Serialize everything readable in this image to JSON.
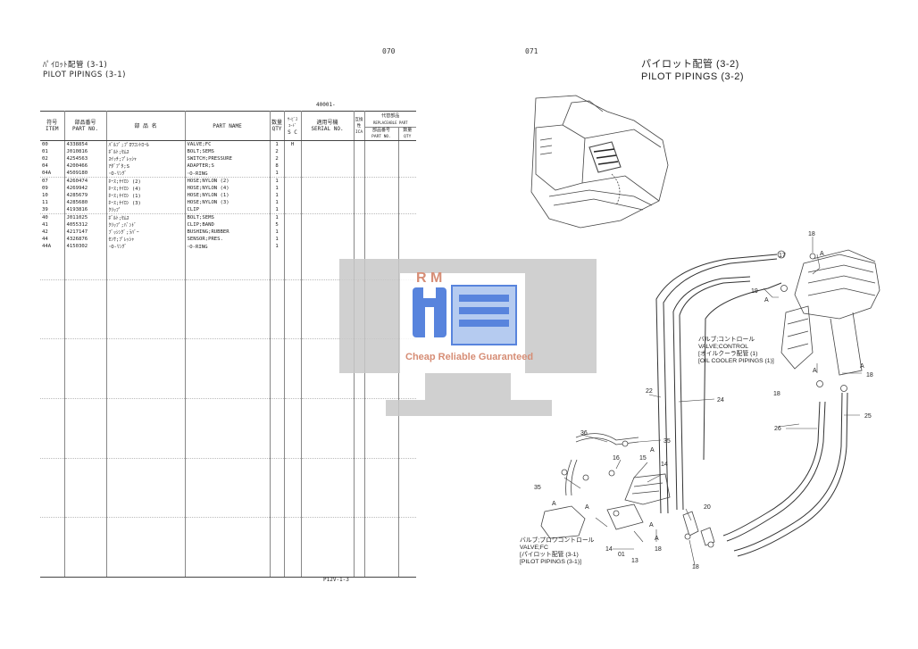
{
  "pages": {
    "left": "070",
    "right": "071"
  },
  "left_title": {
    "jp": "ﾊﾟｲﾛｯﾄ配管 (3-1)",
    "en": "PILOT PIPINGS (3-1)"
  },
  "right_title": {
    "jp": "パイロット配管 (3-2)",
    "en": "PILOT PIPINGS (3-2)"
  },
  "serial_range": "40001-",
  "table": {
    "headers": {
      "item_jp": "符号",
      "item_en": "ITEM",
      "partno_jp": "部品番号",
      "partno_en": "PART NO.",
      "name_jp": "部 品 名",
      "name_en": "PART NAME",
      "qty_jp": "数量",
      "qty_en": "QTY",
      "svc_jp": "ｻｰﾋﾞｽ ｺｰﾄﾞ",
      "svc_en": "S C",
      "serial_jp": "適用号機",
      "serial_en": "SERIAL NO.",
      "ica_jp": "互換性",
      "ica_en": "ICA",
      "rep_jp": "代替部品",
      "rep_en": "REPLACEABLE PART",
      "rep_partno_jp": "部品番号",
      "rep_partno_en": "PART NO.",
      "rep_qty_jp": "数量",
      "rep_qty_en": "QTY"
    },
    "rows": [
      {
        "item": "00",
        "partno": "4338854",
        "name_jp": "ﾊﾞﾙﾌﾞ;ﾌﾟﾛﾜｺﾝﾄﾛｰﾙ",
        "name_en": "VALVE;FC",
        "qty": "1",
        "sc": "H"
      },
      {
        "item": "01",
        "partno": "J010816",
        "name_jp": "ﾎﾞﾙﾄ;ｾﾑｽ",
        "name_en": "BOLT;SEMS",
        "qty": "2",
        "sc": ""
      },
      {
        "item": "02",
        "partno": "4254563",
        "name_jp": "ｽｲｯﾁ;ﾌﾟﾚｯｼｬ",
        "name_en": "SWITCH;PRESSURE",
        "qty": "2",
        "sc": ""
      },
      {
        "item": "04",
        "partno": "4200466",
        "name_jp": "ｱﾀﾞﾌﾟﾀ;S",
        "name_en": "ADAPTER;S",
        "qty": "8",
        "sc": ""
      },
      {
        "item": "04A",
        "partno": "4509180",
        "name_jp": "･O-ﾘﾝｸﾞ",
        "name_en": "･O-RING",
        "qty": "1",
        "sc": ""
      },
      {
        "item": "07",
        "partno": "4260474",
        "name_jp": "ﾎｰｽ;ﾅｲﾛﾝ (2)",
        "name_en": "HOSE;NYLON (2)",
        "qty": "1",
        "sc": ""
      },
      {
        "item": "09",
        "partno": "4269942",
        "name_jp": "ﾎｰｽ;ﾅｲﾛﾝ (4)",
        "name_en": "HOSE;NYLON (4)",
        "qty": "1",
        "sc": ""
      },
      {
        "item": "10",
        "partno": "4285679",
        "name_jp": "ﾎｰｽ;ﾅｲﾛﾝ (1)",
        "name_en": "HOSE;NYLON (1)",
        "qty": "1",
        "sc": ""
      },
      {
        "item": "11",
        "partno": "4285680",
        "name_jp": "ﾎｰｽ;ﾅｲﾛﾝ (3)",
        "name_en": "HOSE;NYLON (3)",
        "qty": "1",
        "sc": ""
      },
      {
        "item": "39",
        "partno": "4193816",
        "name_jp": "ｸﾘｯﾌﾟ",
        "name_en": "CLIP",
        "qty": "1",
        "sc": ""
      },
      {
        "item": "40",
        "partno": "J011025",
        "name_jp": "ﾎﾞﾙﾄ;ｾﾑｽ",
        "name_en": "BOLT;SEMS",
        "qty": "1",
        "sc": ""
      },
      {
        "item": "41",
        "partno": "4055312",
        "name_jp": "ｸﾘｯﾌﾟ;ﾊﾞﾝﾄﾞ",
        "name_en": "CLIP;BAND",
        "qty": "5",
        "sc": ""
      },
      {
        "item": "42",
        "partno": "4217147",
        "name_jp": "ﾌﾞｯｼﾝｸﾞ;ﾗﾊﾞｰ",
        "name_en": "BUSHING;RUBBER",
        "qty": "1",
        "sc": ""
      },
      {
        "item": "44",
        "partno": "4326876",
        "name_jp": "ｾﾝｻ;ﾌﾟﾚｯｼｬ",
        "name_en": "SENSOR;PRES.",
        "qty": "1",
        "sc": ""
      },
      {
        "item": "44A",
        "partno": "4150302",
        "name_jp": "･O-ﾘﾝｸﾞ",
        "name_en": "･O-RING",
        "qty": "1",
        "sc": ""
      }
    ]
  },
  "footer_code": "P12V-1-3",
  "watermark": {
    "letters": "R M",
    "tagline": "Cheap Reliable Guaranteed"
  },
  "callouts": {
    "control_valve": {
      "jp": "バルブ;コントロール",
      "en": "VALVE;CONTROL"
    },
    "oil_cooler": {
      "jp": "[オイルクーラ配管 (1)",
      "en": "[OIL COOLER PIPINGS (1)]"
    },
    "fc_valve": {
      "jp": "バルブ;プロワコントロール",
      "en": "VALVE;FC"
    },
    "pilot_31": {
      "jp": "[パイロット配管 (3-1)",
      "en": "[PILOT PIPINGS (3-1)]"
    }
  },
  "diagram_labels": {
    "n18a": "18",
    "aA1": "A",
    "n17": "17",
    "n19": "19",
    "aA2": "A",
    "aA3": "A",
    "n18b": "18",
    "n18c": "18",
    "aA4": "A",
    "n22": "22",
    "n24": "24",
    "n26": "26",
    "n25": "25",
    "n36": "36",
    "n35a": "35",
    "aA5": "A",
    "n16": "16",
    "n15": "15",
    "n14a": "14",
    "n35b": "35",
    "aA6": "A",
    "aA7": "A",
    "n20": "20",
    "aA8": "A",
    "aA9": "A",
    "n14b": "14",
    "n01": "01",
    "n13": "13",
    "n18d": "18",
    "n18e": "18"
  }
}
